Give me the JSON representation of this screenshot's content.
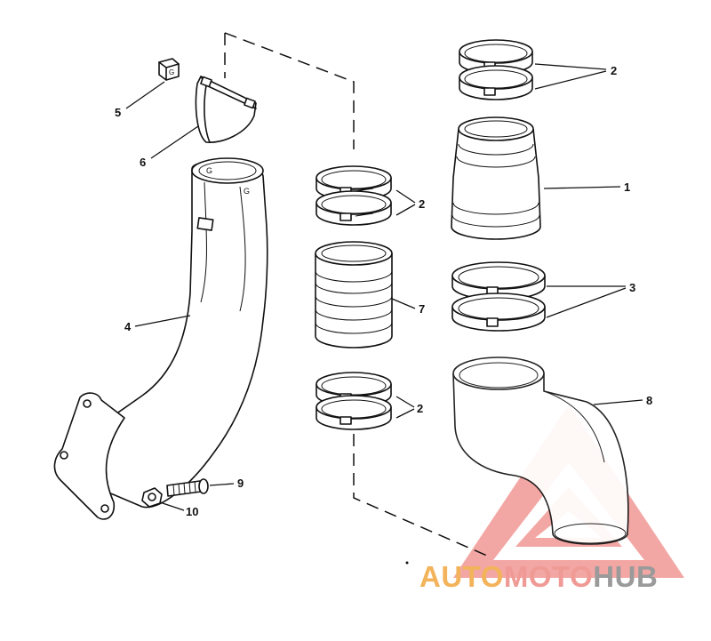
{
  "diagram": {
    "callouts": {
      "c1": "1",
      "c2a": "2",
      "c2b": "2",
      "c2c": "2",
      "c3": "3",
      "c4": "4",
      "c5": "5",
      "c6": "6",
      "c7": "7",
      "c8": "8",
      "c9": "9",
      "c10": "10"
    }
  },
  "watermark": {
    "part1": "AUTO",
    "part2": "MOTO",
    "part3": "HUB",
    "colors": {
      "auto": "#f3b35a",
      "moto": "#f09a96",
      "hub": "#9a9a9a",
      "logo": "#ef8a86"
    }
  }
}
